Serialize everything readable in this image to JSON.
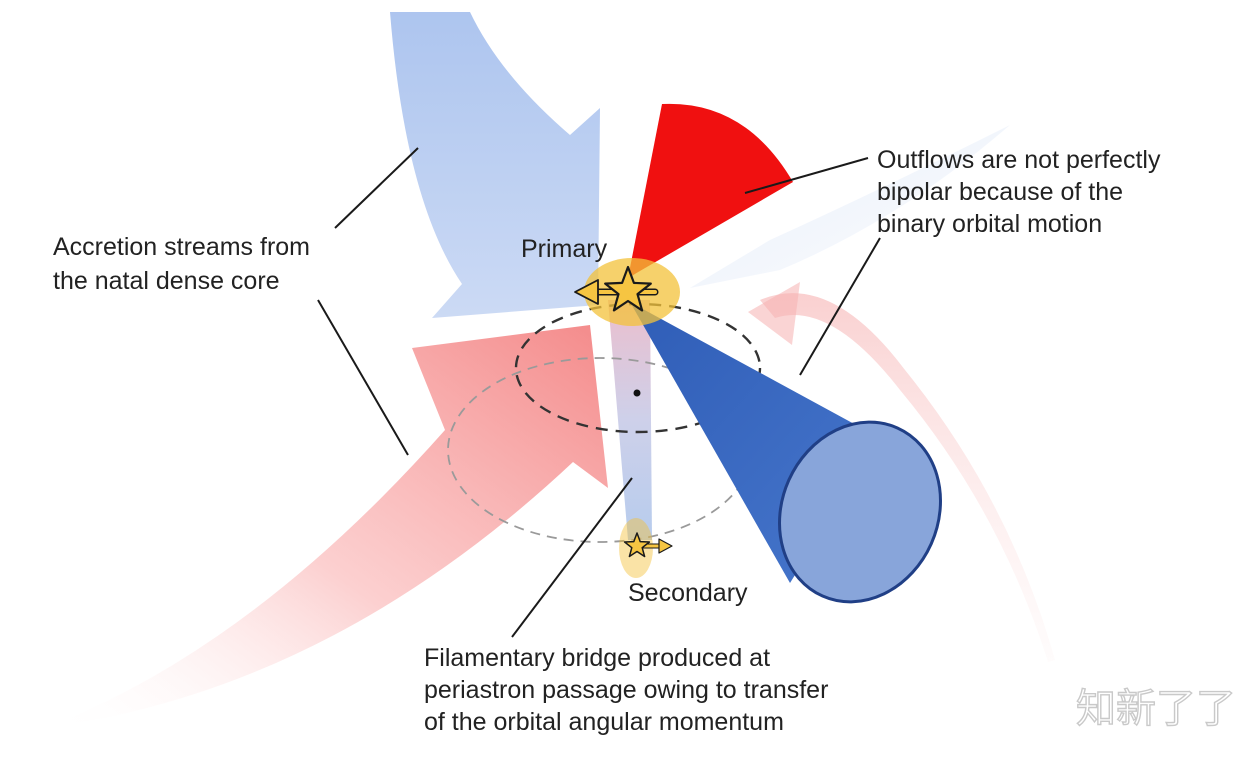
{
  "diagram": {
    "labels": {
      "accretion": [
        "Accretion streams from",
        "the natal dense core"
      ],
      "outflows": [
        "Outflows are not perfectly",
        "bipolar because of the",
        "binary orbital motion"
      ],
      "filament": [
        "Filamentary bridge produced at",
        "periastron passage owing to transfer",
        "of the orbital angular momentum"
      ],
      "primary": "Primary",
      "secondary": "Secondary"
    },
    "watermark": "知新了了",
    "colors": {
      "blue_stream": "#b9cdf0",
      "red_stream": "#f59a9a",
      "red_outflow": "#f01010",
      "blue_outflow": "#3f6fc4",
      "blue_outflow_cap": "#88a5da",
      "star_fill": "#f6c542",
      "star_glow": "#f3c23a"
    },
    "icons": {
      "primary_star": "star-icon",
      "secondary_star": "star-icon"
    }
  }
}
